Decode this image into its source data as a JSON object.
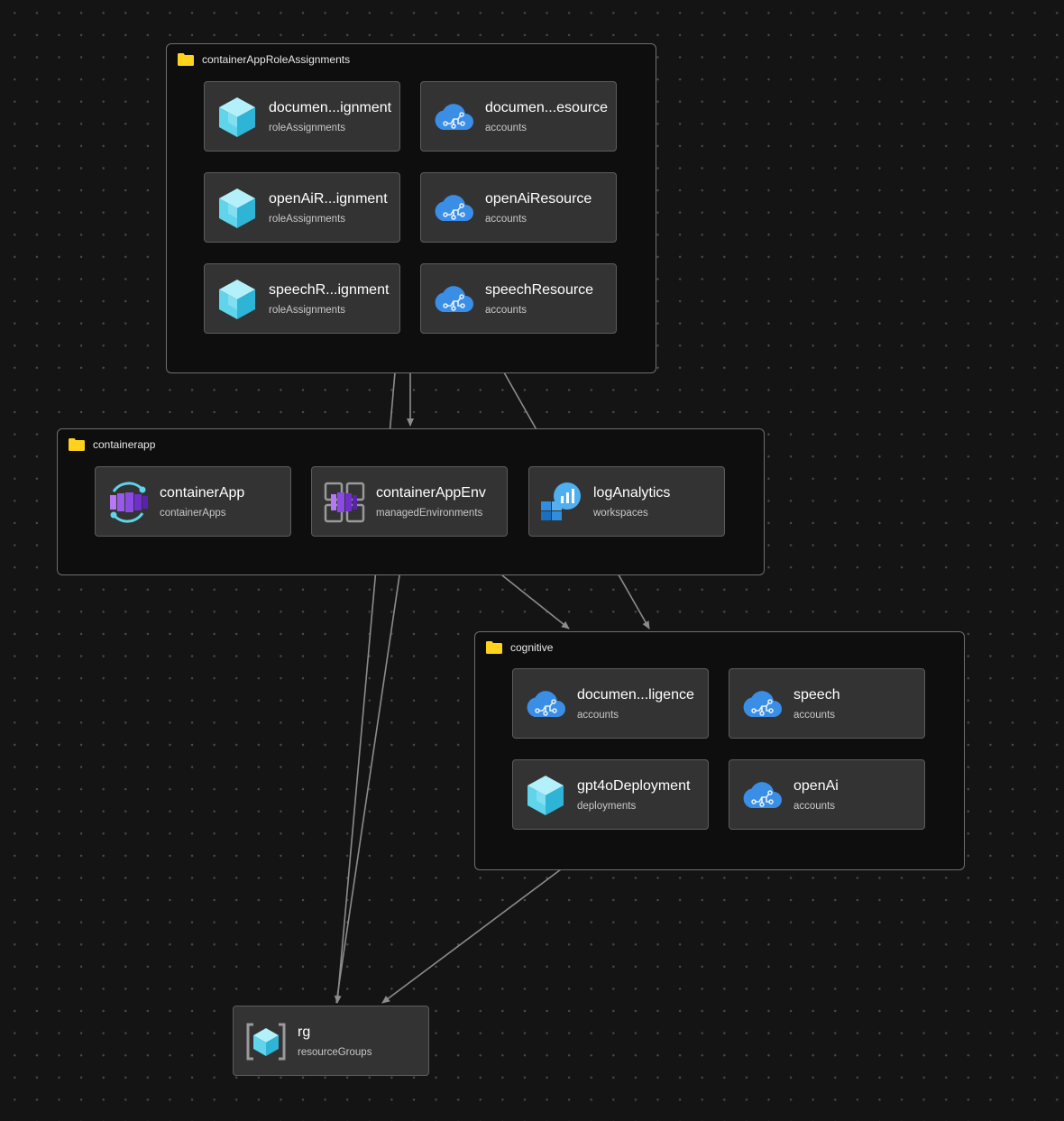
{
  "groups": {
    "role_assignments": {
      "title": "containerAppRoleAssignments",
      "icon": "folder-icon"
    },
    "containerapp": {
      "title": "containerapp",
      "icon": "folder-icon"
    },
    "cognitive": {
      "title": "cognitive",
      "icon": "folder-icon"
    }
  },
  "nodes": {
    "doc_role": {
      "name": "documen...ignment",
      "type": "roleAssignments",
      "icon": "cube-icon"
    },
    "doc_res": {
      "name": "documen...esource",
      "type": "accounts",
      "icon": "cognitive-cloud-icon"
    },
    "openai_role": {
      "name": "openAiR...ignment",
      "type": "roleAssignments",
      "icon": "cube-icon"
    },
    "openai_res": {
      "name": "openAiResource",
      "type": "accounts",
      "icon": "cognitive-cloud-icon"
    },
    "speech_role": {
      "name": "speechR...ignment",
      "type": "roleAssignments",
      "icon": "cube-icon"
    },
    "speech_res": {
      "name": "speechResource",
      "type": "accounts",
      "icon": "cognitive-cloud-icon"
    },
    "container_app": {
      "name": "containerApp",
      "type": "containerApps",
      "icon": "container-app-icon"
    },
    "container_env": {
      "name": "containerAppEnv",
      "type": "managedEnvironments",
      "icon": "managed-environment-icon"
    },
    "log_analytics": {
      "name": "logAnalytics",
      "type": "workspaces",
      "icon": "log-analytics-icon"
    },
    "doc_intel": {
      "name": "documen...ligence",
      "type": "accounts",
      "icon": "cognitive-cloud-icon"
    },
    "speech": {
      "name": "speech",
      "type": "accounts",
      "icon": "cognitive-cloud-icon"
    },
    "gpt4o": {
      "name": "gpt4oDeployment",
      "type": "deployments",
      "icon": "cube-icon"
    },
    "openai": {
      "name": "openAi",
      "type": "accounts",
      "icon": "cognitive-cloud-icon"
    },
    "rg": {
      "name": "rg",
      "type": "resourceGroups",
      "icon": "resource-group-icon"
    }
  },
  "colors": {
    "background": "#141414",
    "node_fill": "#333333",
    "group_border": "#6e6e6e",
    "edge": "#8c8c8c",
    "folder": "#ffd21e",
    "cloud_blue": "#3a8ee6",
    "cube_cyan": "#5fd4ea",
    "container_purple": "#8a4be0"
  }
}
